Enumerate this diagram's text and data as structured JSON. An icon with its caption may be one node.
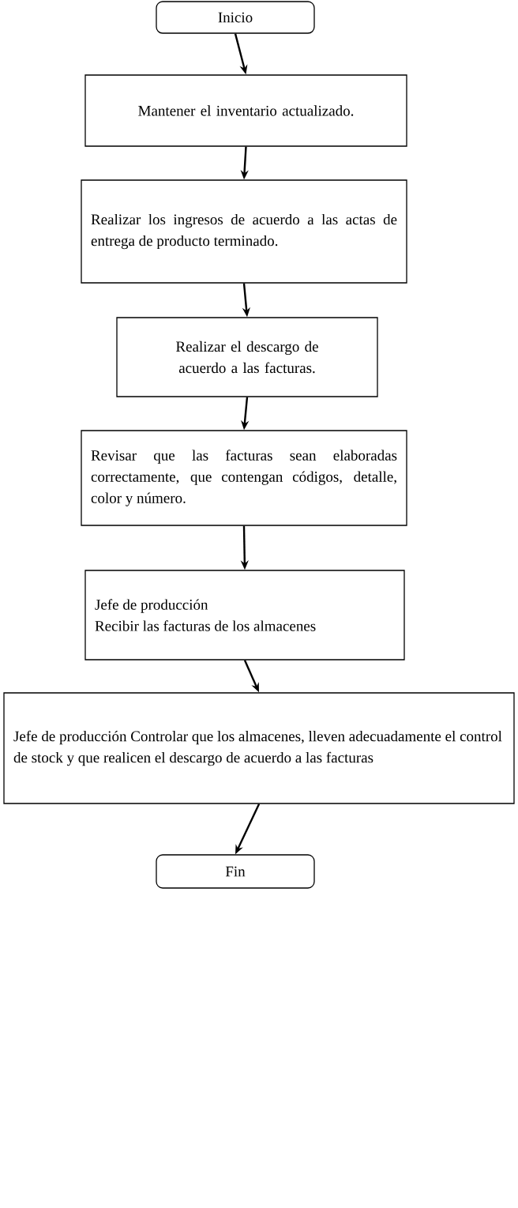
{
  "diagram": {
    "nodes": [
      {
        "text": [
          "Inicio"
        ]
      },
      {
        "text": [
          "Mantener el inventario actualizado."
        ]
      },
      {
        "text": [
          "Realizar los ingresos de acuerdo a las actas de entrega de producto terminado."
        ]
      },
      {
        "text": [
          "Realizar el descargo de acuerdo a las facturas."
        ]
      },
      {
        "text": [
          "Revisar que las facturas sean elaboradas correctamente, que contengan códigos, detalle, color y número."
        ]
      },
      {
        "text": [
          "Jefe de producción",
          "Recibir las facturas de los almacenes"
        ]
      },
      {
        "text": [
          "Jefe de producción Controlar que los almacenes, lleven adecuadamente el control de stock y que realicen el descargo de acuerdo a las facturas"
        ]
      },
      {
        "text": [
          "Fin"
        ]
      }
    ],
    "edges": [
      {
        "from": 0,
        "to": 1,
        "arrow": "to"
      },
      {
        "from": 1,
        "to": 2,
        "arrow": "to"
      },
      {
        "from": 2,
        "to": 3,
        "arrow": "to"
      },
      {
        "from": 3,
        "to": 4,
        "arrow": "to"
      },
      {
        "from": 4,
        "to": 5,
        "arrow": "to"
      },
      {
        "from": 5,
        "to": 6,
        "arrow": "to"
      },
      {
        "from": 6,
        "to": 7,
        "arrow": "to"
      }
    ]
  }
}
